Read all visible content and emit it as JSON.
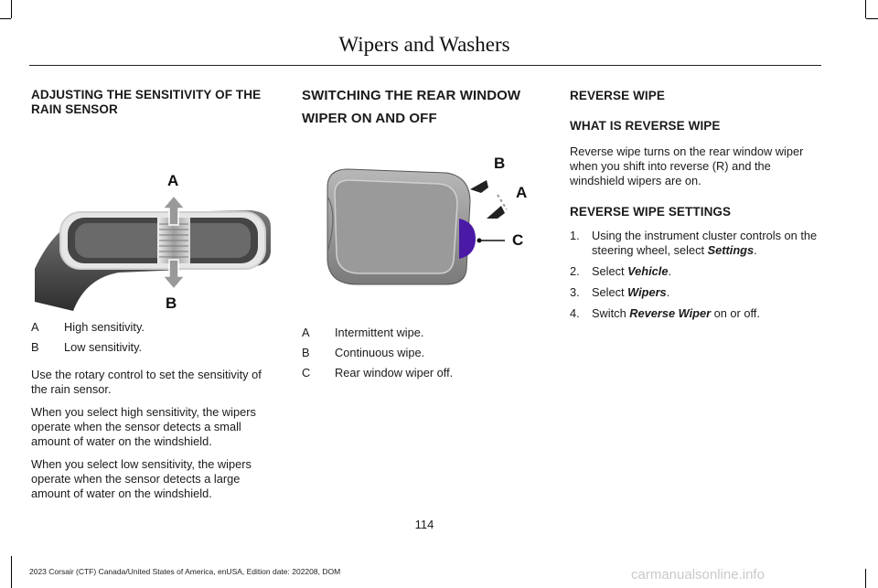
{
  "header": {
    "title": "Wipers and Washers"
  },
  "rain_sensor": {
    "heading": "ADJUSTING THE SENSITIVITY OF THE RAIN SENSOR",
    "figure_labels": [
      "A",
      "B"
    ],
    "legend": [
      {
        "key": "A",
        "text": "High sensitivity."
      },
      {
        "key": "B",
        "text": "Low sensitivity."
      }
    ],
    "paragraphs": [
      "Use the rotary control to set the sensitivity of the rain sensor.",
      "When you select high sensitivity, the wipers operate when the sensor detects a small amount of water on the windshield.",
      "When you select low sensitivity, the wipers operate when the sensor detects a large amount of water on the windshield."
    ]
  },
  "rear_wiper": {
    "heading_line1": "SWITCHING THE REAR WINDOW",
    "heading_line2": "WIPER ON AND OFF",
    "figure_labels": [
      "B",
      "A",
      "C"
    ],
    "legend": [
      {
        "key": "A",
        "text": "Intermittent wipe."
      },
      {
        "key": "B",
        "text": "Continuous wipe."
      },
      {
        "key": "C",
        "text": "Rear window wiper off."
      }
    ]
  },
  "reverse_wipe": {
    "heading": "REVERSE WIPE",
    "subheading": "WHAT IS REVERSE WIPE",
    "description": "Reverse wipe turns on the rear window wiper when you shift into reverse (R) and the windshield wipers are on.",
    "settings_heading": "REVERSE WIPE SETTINGS",
    "steps": [
      {
        "num": "1.",
        "pre": "Using the instrument cluster controls on the steering wheel, select ",
        "em": "Settings",
        "post": "."
      },
      {
        "num": "2.",
        "pre": "Select ",
        "em": "Vehicle",
        "post": "."
      },
      {
        "num": "3.",
        "pre": "Select ",
        "em": "Wipers",
        "post": "."
      },
      {
        "num": "4.",
        "pre": "Switch ",
        "em": "Reverse Wiper",
        "post": " on or off."
      }
    ]
  },
  "page_number": "114",
  "footer": "2023 Corsair (CTF) Canada/United States of America, enUSA, Edition date: 202208, DOM",
  "watermark": "carmanualsonline.info"
}
